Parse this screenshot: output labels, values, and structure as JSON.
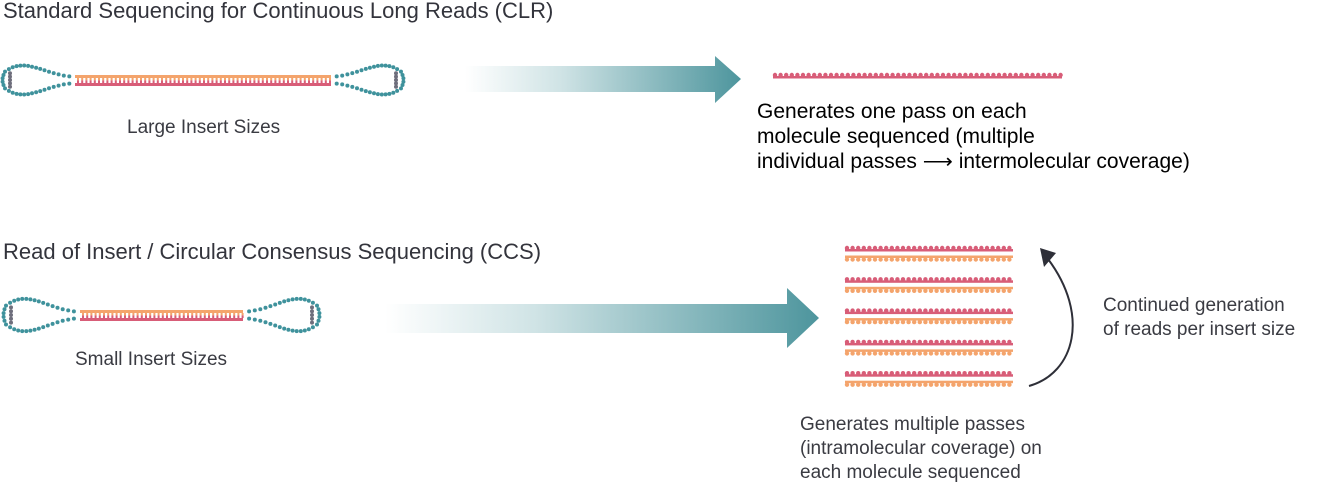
{
  "colors": {
    "loop_teal": "#3f929c",
    "loop_gray": "#6e6e7c",
    "strand_orange": "#f4a46c",
    "strand_pink": "#d85d78",
    "arrow_teal": "#4d959d",
    "curved_arrow": "#2e2f38"
  },
  "clr": {
    "title": "Standard Sequencing for Continuous Long Reads (CLR)",
    "molecule_caption": "Large Insert Sizes",
    "description_lines": [
      "Generates one pass on each",
      "molecule sequenced (multiple",
      "individual passes ⟶ intermolecular coverage)"
    ],
    "read_count": 1
  },
  "ccs": {
    "title": "Read of Insert / Circular Consensus Sequencing (CCS)",
    "molecule_caption": "Small Insert Sizes",
    "description_lines": [
      "Generates multiple passes",
      "(intramolecular coverage) on",
      "each molecule sequenced"
    ],
    "loop_note_lines": [
      "Continued generation",
      "of reads per insert size"
    ],
    "read_pairs": 5
  }
}
